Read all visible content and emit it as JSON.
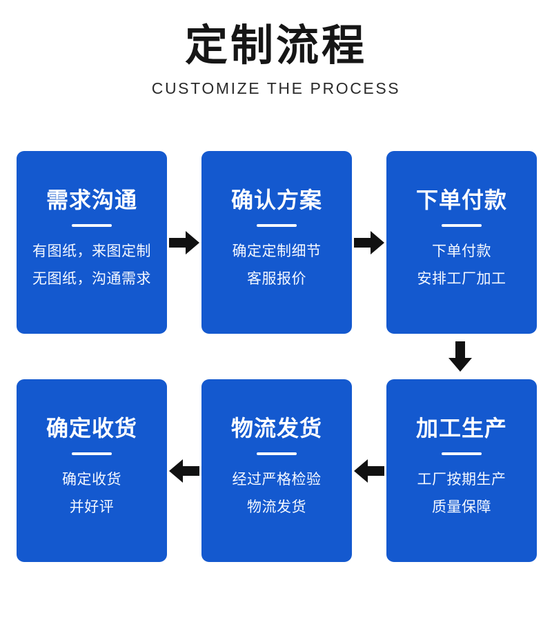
{
  "header": {
    "title": "定制流程",
    "subtitle": "CUSTOMIZE THE PROCESS"
  },
  "theme": {
    "card_blue": "#1459cf",
    "arrow_black": "#111111",
    "title_black": "#161616",
    "card_text_white": "#ffffff"
  },
  "flow": {
    "row1": [
      {
        "title": "需求沟通",
        "lines": [
          "有图纸，来图定制",
          "无图纸，沟通需求"
        ]
      },
      {
        "title": "确认方案",
        "lines": [
          "确定定制细节",
          "客服报价"
        ]
      },
      {
        "title": "下单付款",
        "lines": [
          "下单付款",
          "安排工厂加工"
        ]
      }
    ],
    "row2": [
      {
        "title": "确定收货",
        "lines": [
          "确定收货",
          "并好评"
        ]
      },
      {
        "title": "物流发货",
        "lines": [
          "经过严格检验",
          "物流发货"
        ]
      },
      {
        "title": "加工生产",
        "lines": [
          "工厂按期生产",
          "质量保障"
        ]
      }
    ],
    "arrows": {
      "row1_a": "arrow-right-icon",
      "row1_b": "arrow-right-icon",
      "down": "arrow-down-icon",
      "row2_a": "arrow-left-icon",
      "row2_b": "arrow-left-icon"
    }
  }
}
